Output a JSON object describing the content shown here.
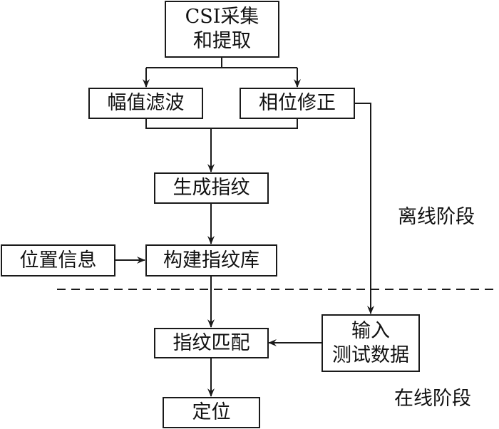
{
  "nodes": {
    "csi": {
      "line1": "CSI采集",
      "line2": "和提取"
    },
    "amplitude": {
      "label": "幅值滤波"
    },
    "phase": {
      "label": "相位修正"
    },
    "generate": {
      "label": "生成指纹"
    },
    "location": {
      "label": "位置信息"
    },
    "build": {
      "label": "构建指纹库"
    },
    "input": {
      "line1": "输入",
      "line2": "测试数据"
    },
    "match": {
      "label": "指纹匹配"
    },
    "locate": {
      "label": "定位"
    }
  },
  "phases": {
    "offline": "离线阶段",
    "online": "在线阶段"
  },
  "edges": [
    {
      "from": "csi",
      "to": "amplitude"
    },
    {
      "from": "csi",
      "to": "phase"
    },
    {
      "from": "amplitude",
      "to": "generate"
    },
    {
      "from": "phase",
      "to": "generate"
    },
    {
      "from": "generate",
      "to": "build"
    },
    {
      "from": "location",
      "to": "build"
    },
    {
      "from": "build",
      "to": "match"
    },
    {
      "from": "phase",
      "to": "input"
    },
    {
      "from": "input",
      "to": "match"
    },
    {
      "from": "match",
      "to": "locate"
    }
  ]
}
